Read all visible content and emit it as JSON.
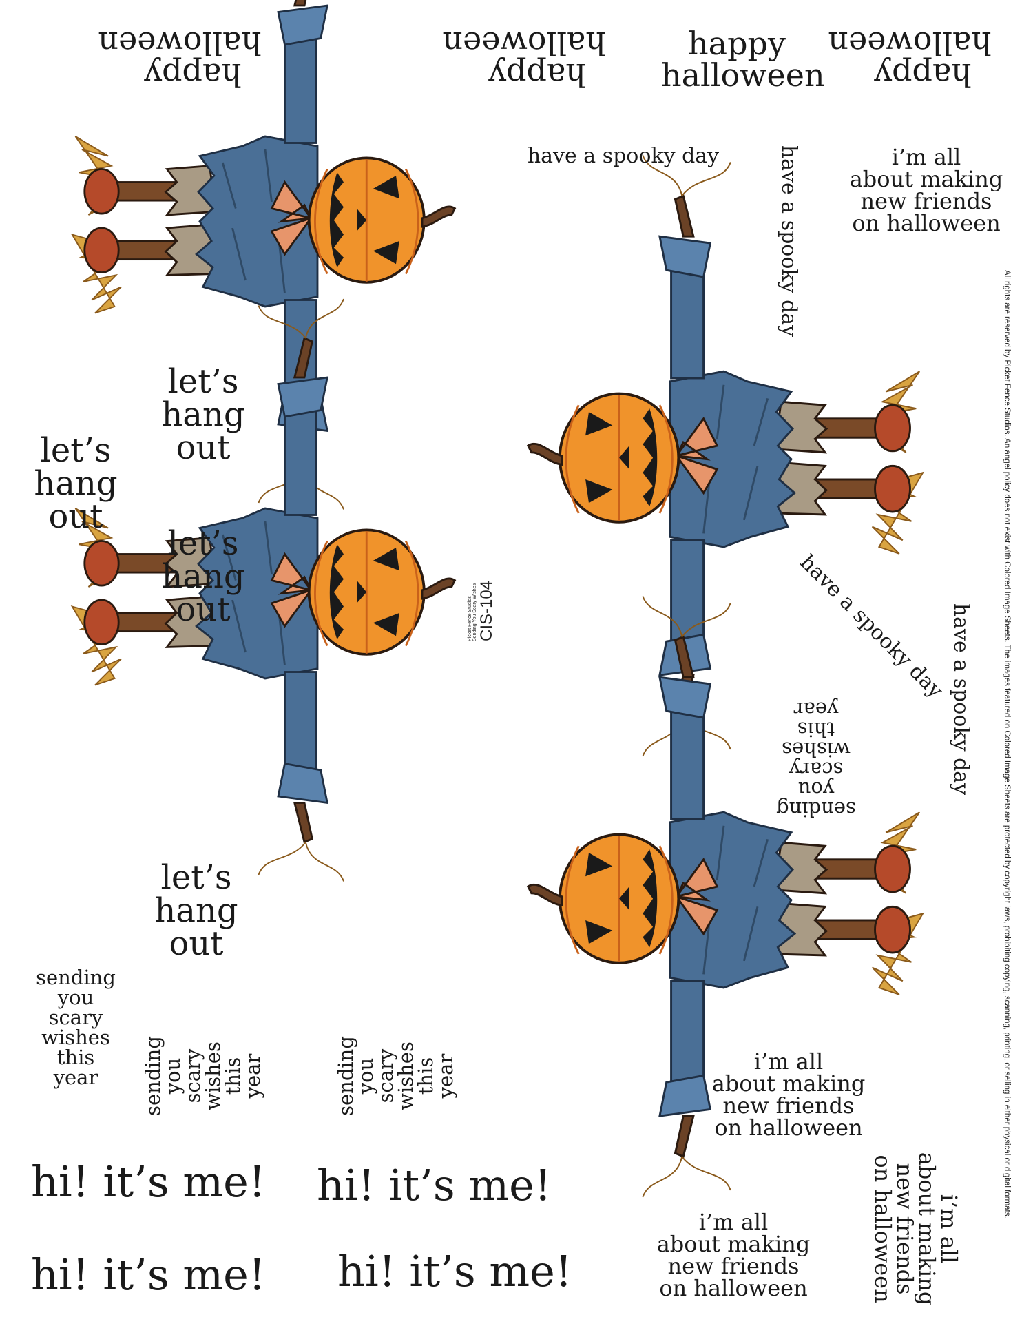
{
  "greetings": {
    "happy_halloween": [
      "happy",
      "halloween"
    ],
    "spooky": "have a spooky day",
    "friends": [
      "i’m all",
      "about making",
      "new friends",
      "on halloween"
    ],
    "hang_out": [
      "let’s",
      "hang",
      "out"
    ],
    "scary_wishes": [
      "sending",
      "you",
      "scary",
      "wishes",
      "this",
      "year"
    ],
    "hi": "hi! it’s me!"
  },
  "product": {
    "code": "CIS-104",
    "brand": "Picket Fence Studios",
    "name": "Sending You Scary Wishes"
  },
  "copyright": "All rights are reserved by Picket Fence Studios. An angel policy does not exist with Colored Image Sheets. The images featured on Colored Image Sheets are protected by copyright laws, prohibiting copying, scanning, printing, or selling in either physical or digital formats.",
  "colors": {
    "coat": "#4a6f96",
    "coat_dark": "#2f4a66",
    "pumpkin": "#f0932b",
    "pumpkin_dark": "#c9611a",
    "bow": "#e7956b",
    "boots": "#b54a2a",
    "straw": "#d9a441",
    "stick": "#6b4226"
  },
  "illustration": "scarecrow-pumpkin-head"
}
